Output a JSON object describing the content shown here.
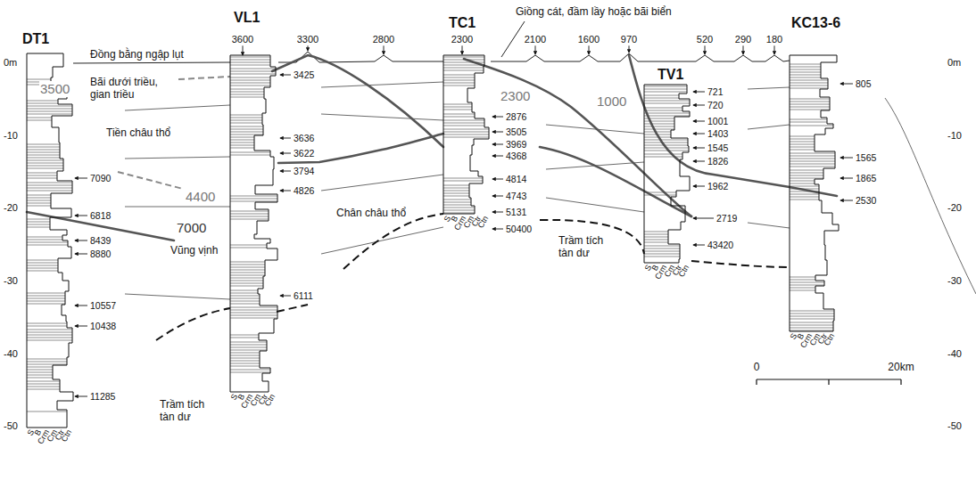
{
  "diagram": {
    "nodes": [
      {
        "text": [
          "DT1"
        ]
      },
      {
        "text": [
          "VL1"
        ]
      },
      {
        "text": [
          "TC1"
        ]
      },
      {
        "text": [
          "TV1"
        ]
      },
      {
        "text": [
          "KC13-6"
        ]
      }
    ],
    "labels": [
      "Giồng cát, đầm lầy hoặc bãi biển",
      "3600",
      "3300",
      "2800",
      "2300",
      "2100",
      "1600",
      "970",
      "520",
      "290",
      "180",
      "Đồng bằng ngập lụt",
      "Bãi dưới triều, gian triều",
      "Tiền châu thổ",
      "Vũng vịnh",
      "Chân châu thổ",
      "Trầm tích tàn dư",
      "Trầm tích tàn dư",
      "3500",
      "4400",
      "7000",
      "2300",
      "1000",
      "7090",
      "6818",
      "8439",
      "8880",
      "10557",
      "10438",
      "11285",
      "3425",
      "3636",
      "3622",
      "3794",
      "4826",
      "6111",
      "2876",
      "3505",
      "3969",
      "4368",
      "4814",
      "4743",
      "5131",
      "50400",
      "721",
      "720",
      "1001",
      "1403",
      "1545",
      "1826",
      "1962",
      "2719",
      "43420",
      "805",
      "1565",
      "1865",
      "2530",
      "0m",
      "-10",
      "-20",
      "-30",
      "-40",
      "-50",
      "0m",
      "-10",
      "-20",
      "-30",
      "-40",
      "-50",
      "0",
      "20km",
      "S",
      "B",
      "Crm",
      "Cm",
      "Ctr",
      "Ctn",
      "S",
      "B",
      "Crm",
      "Cm",
      "Ctr",
      "Ctn",
      "S",
      "B",
      "Crm",
      "Cm",
      "Ctr",
      "Ctn",
      "S",
      "B",
      "Crm",
      "Cm",
      "Ctr",
      "Ctn",
      "S",
      "B",
      "Crm",
      "Cm",
      "Ctr",
      "Ctn"
    ]
  }
}
